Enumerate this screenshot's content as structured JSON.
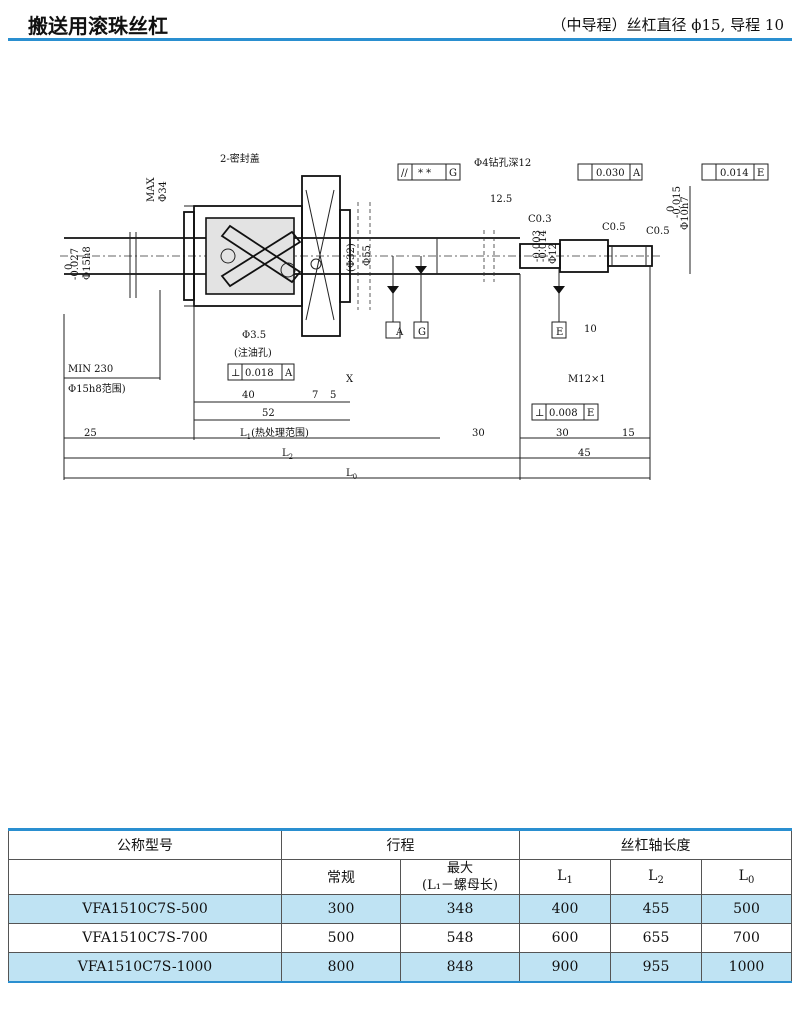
{
  "header": {
    "title": "搬送用滚珠丝杠",
    "subtitle": "（中导程）丝杠直径 ϕ15, 导程 10"
  },
  "drawing": {
    "labels": {
      "seal": "2-密封盖",
      "max": "MAX",
      "d34": "Φ34",
      "shaft_dia": "Φ15h8",
      "shaft_tol_top": "0",
      "shaft_tol_bot": "-0.027",
      "flat_sym": "//",
      "stars": "* *",
      "G": "G",
      "drill": "Φ4钻孔深12",
      "d125": "12.5",
      "c03": "C0.3",
      "run1_val": "0.030",
      "A": "A",
      "c05a": "C0.5",
      "c05b": "C0.5",
      "run2_val": "0.014",
      "E": "E",
      "d10h7": "Φ10h7",
      "d10_tol_top": "0",
      "d10_tol_bot": "-0.015",
      "d32": "(Φ32)",
      "d55": "Φ55",
      "d12": "Φ12",
      "d12_tol_top": "-0.003",
      "d12_tol_bot": "-0.014",
      "d35": "Φ3.5",
      "oil": "(注油孔)",
      "min230": "MIN 230",
      "range": "Φ15h8范围)",
      "perp_val": "0.018",
      "X": "X",
      "d40": "40",
      "d7": "7",
      "d5": "5",
      "d52": "52",
      "d10": "10",
      "m12": "M12×1",
      "perp2_val": "0.008",
      "d25": "25",
      "l1": "L",
      "l1_sub": "1",
      "l1_note": "(热处理范围)",
      "d30a": "30",
      "d30b": "30",
      "d15": "15",
      "l2": "L",
      "l2_sub": "2",
      "d45": "45",
      "l0": "L",
      "l0_sub": "0"
    }
  },
  "table": {
    "col_model": "公称型号",
    "col_stroke": "行程",
    "col_normal": "常规",
    "col_max": "最大",
    "col_max_note": "(L₁－螺母长)",
    "col_shaft": "丝杠轴长度",
    "col_l1": "L",
    "col_l1_sub": "1",
    "col_l2": "L",
    "col_l2_sub": "2",
    "col_l0": "L",
    "col_l0_sub": "0",
    "rows": [
      {
        "model": "VFA1510C7S-500",
        "normal": "300",
        "max": "348",
        "l1": "400",
        "l2": "455",
        "l0": "500"
      },
      {
        "model": "VFA1510C7S-700",
        "normal": "500",
        "max": "548",
        "l1": "600",
        "l2": "655",
        "l0": "700"
      },
      {
        "model": "VFA1510C7S-1000",
        "normal": "800",
        "max": "848",
        "l1": "900",
        "l2": "955",
        "l0": "1000"
      }
    ]
  },
  "colors": {
    "accent": "#2a8fd0",
    "row_highlight": "#bfe3f3"
  }
}
